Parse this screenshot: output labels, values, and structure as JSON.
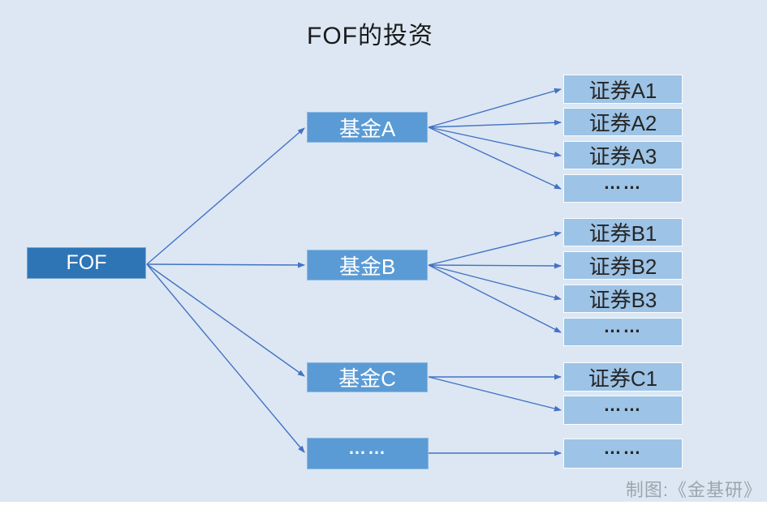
{
  "title": "FOF的投资",
  "footer_credit": "制图:《金基研》",
  "root": {
    "label": "FOF"
  },
  "funds": [
    {
      "label": "基金A",
      "securities": [
        "证券A1",
        "证券A2",
        "证券A3",
        "……"
      ]
    },
    {
      "label": "基金B",
      "securities": [
        "证券B1",
        "证券B2",
        "证券B3",
        "……"
      ]
    },
    {
      "label": "基金C",
      "securities": [
        "证券C1",
        "……"
      ]
    },
    {
      "label": "……",
      "securities": [
        "……"
      ]
    }
  ],
  "colors": {
    "background": "#DCE7F3",
    "root_fill": "#2E75B6",
    "fund_fill": "#5B9BD5",
    "security_fill": "#9DC3E6",
    "arrow": "#4472C4",
    "title_text": "#1A1A1A",
    "security_text": "#262626",
    "node_text": "#FFFFFF",
    "footer_text": "#9BA5AD"
  }
}
